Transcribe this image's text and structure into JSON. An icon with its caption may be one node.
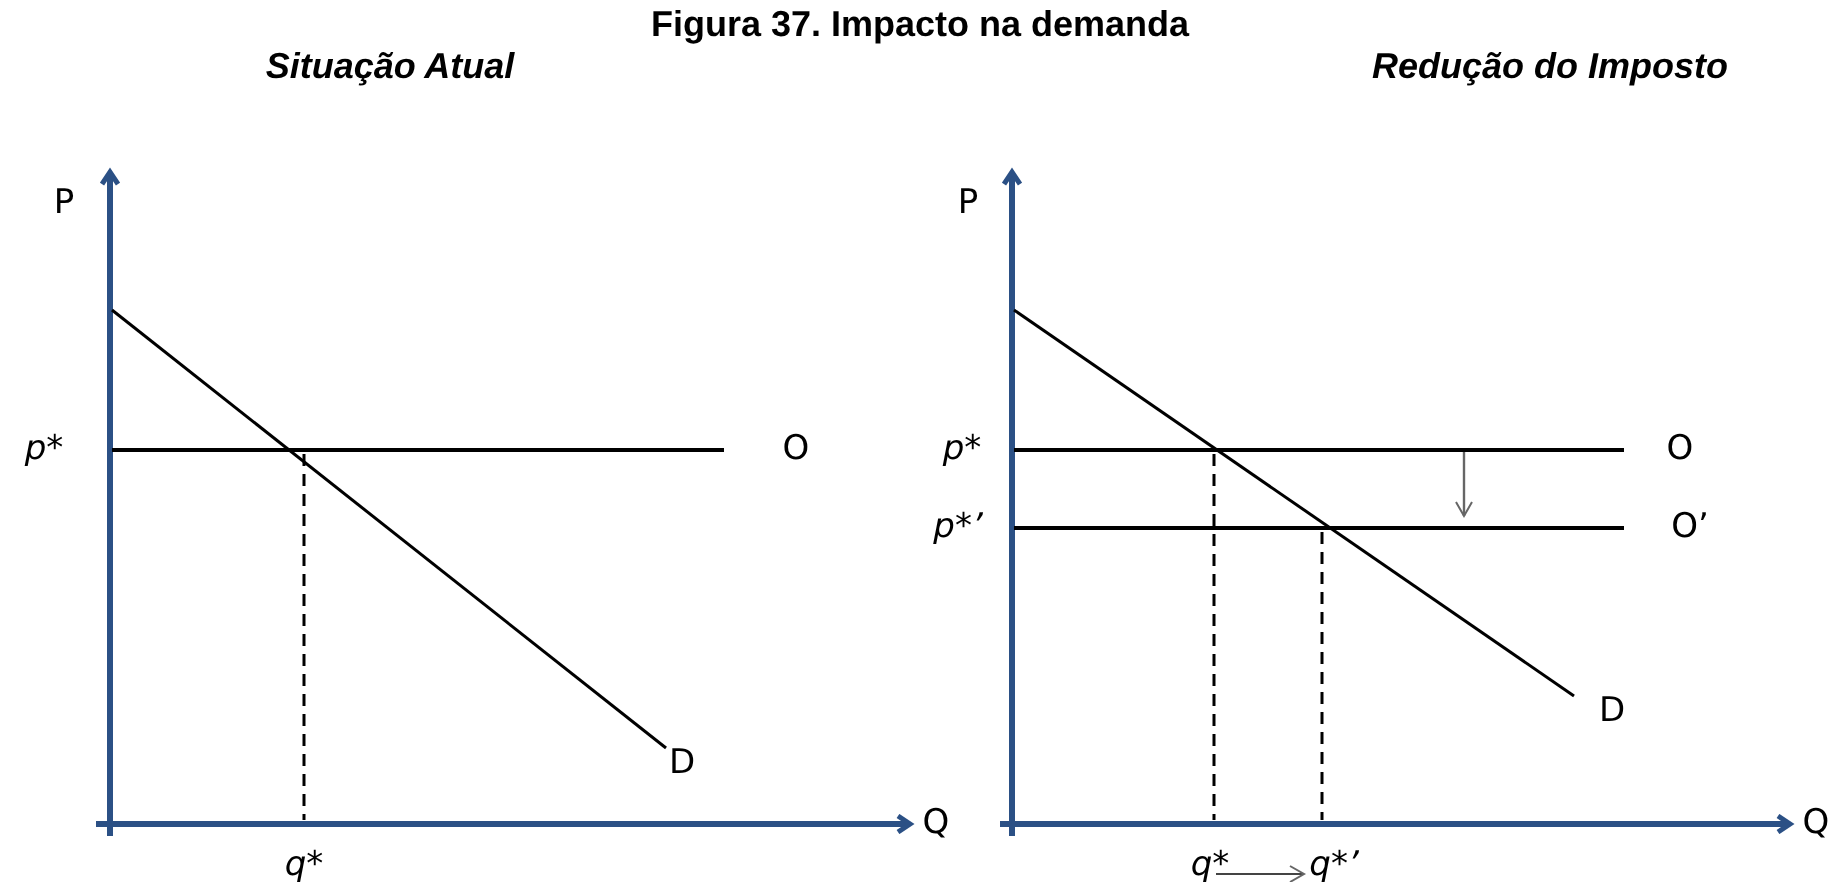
{
  "diagram": {
    "title": "Figura 37. Impacto na demanda",
    "labels": [
      "Situação Atual",
      "Redução do Imposto",
      "P",
      "p*",
      "O",
      "D",
      "Q",
      "q*",
      "P",
      "p*",
      "O",
      "p*’",
      "O’",
      "D",
      "Q",
      "q*",
      "q*’"
    ]
  }
}
